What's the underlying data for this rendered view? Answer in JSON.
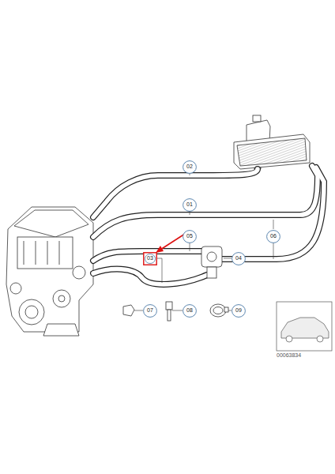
{
  "diagram": {
    "nodes": [
      {
        "text": [
          "02"
        ]
      },
      {
        "text": [
          "01"
        ]
      },
      {
        "text": [
          "05"
        ]
      },
      {
        "text": [
          "06"
        ]
      },
      {
        "text": [
          "03"
        ]
      },
      {
        "text": [
          "04"
        ]
      },
      {
        "text": [
          "07"
        ]
      },
      {
        "text": [
          "08"
        ]
      },
      {
        "text": [
          "09"
        ]
      }
    ],
    "labels": [
      "00063834"
    ]
  }
}
